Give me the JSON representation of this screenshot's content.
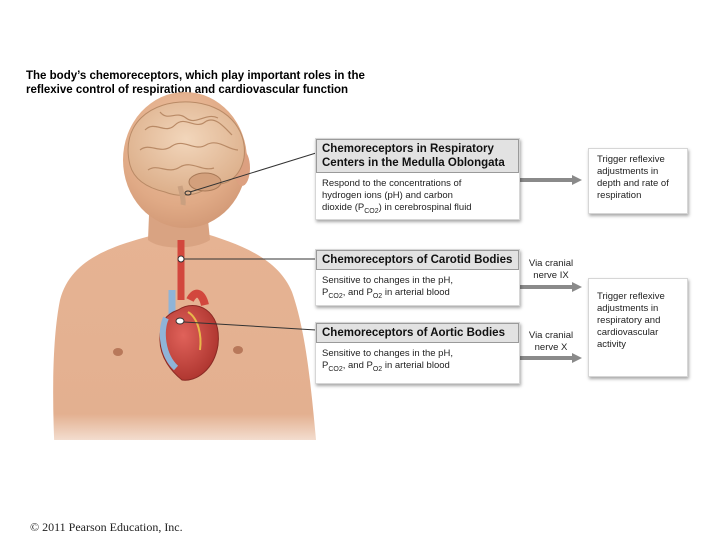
{
  "caption": {
    "line1": "The body’s chemoreceptors, which play important roles in the",
    "line2": "reflexive control of respiration and cardiovascular function"
  },
  "medulla": {
    "title_line1": "Chemoreceptors in Respiratory",
    "title_line2": "Centers in the Medulla Oblongata",
    "desc_line1": "Respond to the concentrations of",
    "desc_line2": "hydrogen ions (pH) and carbon",
    "desc_line3_pre": "dioxide (P",
    "desc_line3_sub": "CO2",
    "desc_line3_post": ") in cerebrospinal fluid"
  },
  "carotid": {
    "title": "Chemoreceptors of Carotid Bodies",
    "desc_line1": "Sensitive to changes in the pH,",
    "desc_p1": "P",
    "desc_sub1": "CO2",
    "desc_mid": ", and P",
    "desc_sub2": "O2",
    "desc_post": " in arterial blood",
    "via_line1": "Via cranial",
    "via_line2": "nerve IX"
  },
  "aortic": {
    "title": "Chemoreceptors of Aortic Bodies",
    "desc_line1": "Sensitive to changes in the pH,",
    "desc_p1": "P",
    "desc_sub1": "CO2",
    "desc_mid": ", and P",
    "desc_sub2": "O2",
    "desc_post": " in arterial blood",
    "via_line1": "Via cranial",
    "via_line2": "nerve X"
  },
  "trigger_resp": [
    "Trigger reflexive",
    "adjustments in",
    "depth and rate of",
    "respiration"
  ],
  "trigger_cardio": [
    "Trigger reflexive",
    "adjustments in",
    "respiratory and",
    "cardiovascular",
    "activity"
  ],
  "copyright": "© 2011 Pearson Education, Inc.",
  "colors": {
    "box_header": "#e2e2e2",
    "arrow": "#8a8a8a",
    "skin": "#e3b08f",
    "brain": "#e8c6a6",
    "heart": "#c4413a",
    "artery": "#d2473d",
    "vein": "#8fb4d8"
  }
}
